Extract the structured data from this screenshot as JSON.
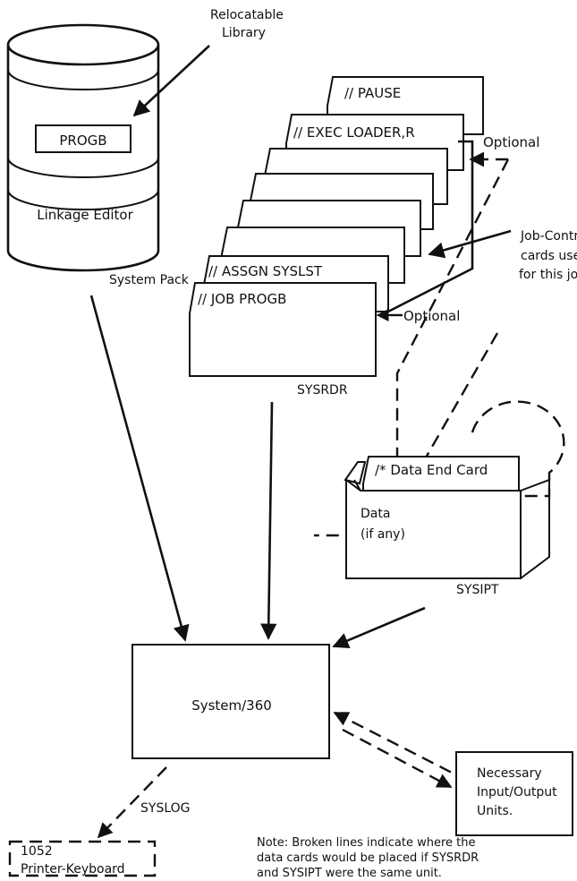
{
  "disk": {
    "label_relocatable": [
      "Relocatable",
      "Library"
    ],
    "progb": "PROGB",
    "linkage_editor": "Linkage Editor",
    "system_pack": "System Pack"
  },
  "sysrdr_deck": {
    "cards": [
      "// PAUSE",
      "// EXEC LOADER,R",
      "// ASSGN SYSLST",
      "// JOB PROGB"
    ],
    "optional_top": "Optional",
    "optional_bottom": "Optional",
    "job_control_note": [
      "Job-Control",
      "cards used",
      "for this job"
    ],
    "unit_label": "SYSRDR"
  },
  "sysipt_deck": {
    "end_card": "/*  Data  End Card",
    "data_label": [
      "Data",
      "(if any)"
    ],
    "unit_label": "SYSIPT"
  },
  "cpu": {
    "label": "System/360"
  },
  "io_units": {
    "label": [
      "Necessary",
      "Input/Output",
      "Units."
    ]
  },
  "syslog": {
    "label": "SYSLOG",
    "printer": [
      "1052",
      "Printer-Keyboard"
    ]
  },
  "note": [
    "Note:   Broken lines indicate where the",
    "data cards would be placed if SYSRDR",
    "and SYSIPT were the same unit."
  ]
}
